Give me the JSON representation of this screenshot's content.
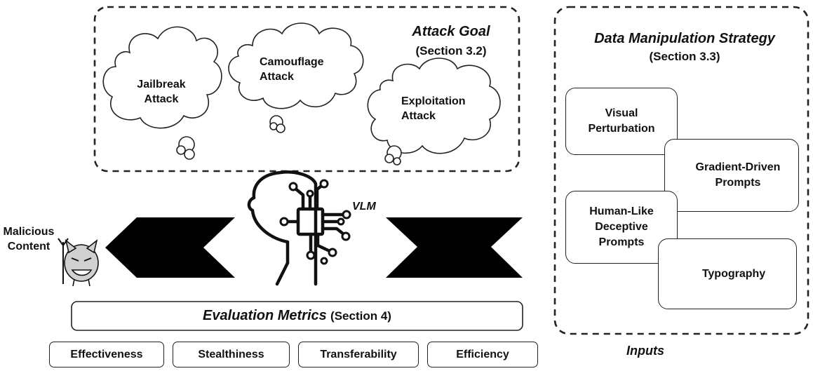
{
  "attack_goal": {
    "title": "Attack Goal",
    "section": "(Section 3.2)",
    "clouds": [
      {
        "line1": "Jailbreak",
        "line2": "Attack"
      },
      {
        "line1": "Camouflage",
        "line2": "Attack"
      },
      {
        "line1": "Exploitation",
        "line2": "Attack"
      }
    ]
  },
  "strategy": {
    "title": "Data Manipulation Strategy",
    "section": "(Section 3.3)",
    "items": [
      {
        "lines": [
          "Visual",
          "Perturbation"
        ]
      },
      {
        "lines": [
          "Gradient-Driven",
          "Prompts"
        ]
      },
      {
        "lines": [
          "Human-Like",
          "Deceptive",
          "Prompts"
        ]
      },
      {
        "lines": [
          "Typography"
        ]
      }
    ],
    "footer": "Inputs"
  },
  "model": {
    "label": "VLM"
  },
  "output": {
    "line1": "Malicious",
    "line2": "Content"
  },
  "evaluation": {
    "title": "Evaluation Metrics",
    "section": "(Section 4)",
    "metrics": [
      "Effectiveness",
      "Stealthiness",
      "Transferability",
      "Efficiency"
    ]
  },
  "colors": {
    "arrow": "#000000",
    "stroke": "#222222",
    "devil": "#cfcfcf"
  },
  "icons": [
    "thought-cloud-icon",
    "ai-head-circuit-icon",
    "devil-icon",
    "chevron-arrow-icon"
  ]
}
